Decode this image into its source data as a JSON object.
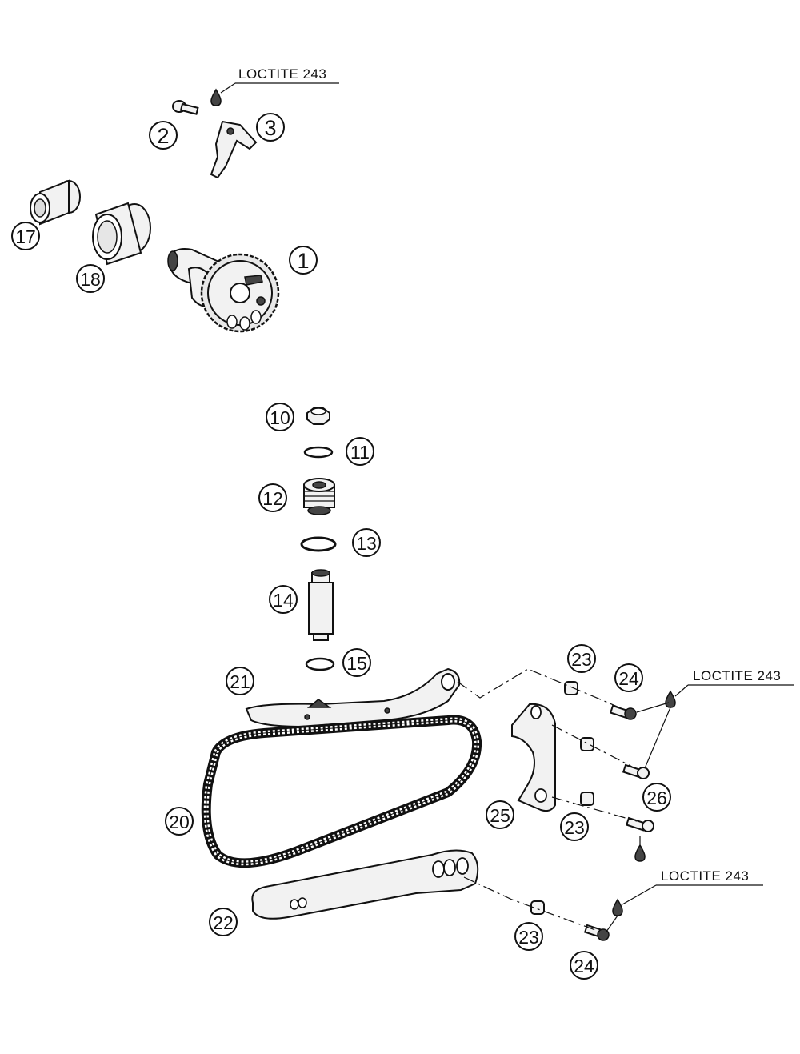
{
  "loctite": {
    "a": "LOCTITE 243",
    "b": "LOCTITE 243",
    "c": "LOCTITE 243"
  },
  "callouts": {
    "p1": "1",
    "p2": "2",
    "p3": "3",
    "p10": "10",
    "p11": "11",
    "p12": "12",
    "p13": "13",
    "p14": "14",
    "p15": "15",
    "p17": "17",
    "p18": "18",
    "p20": "20",
    "p21": "21",
    "p22": "22",
    "p23a": "23",
    "p23b": "23",
    "p23c": "23",
    "p24a": "24",
    "p24b": "24",
    "p25": "25",
    "p26": "26"
  }
}
